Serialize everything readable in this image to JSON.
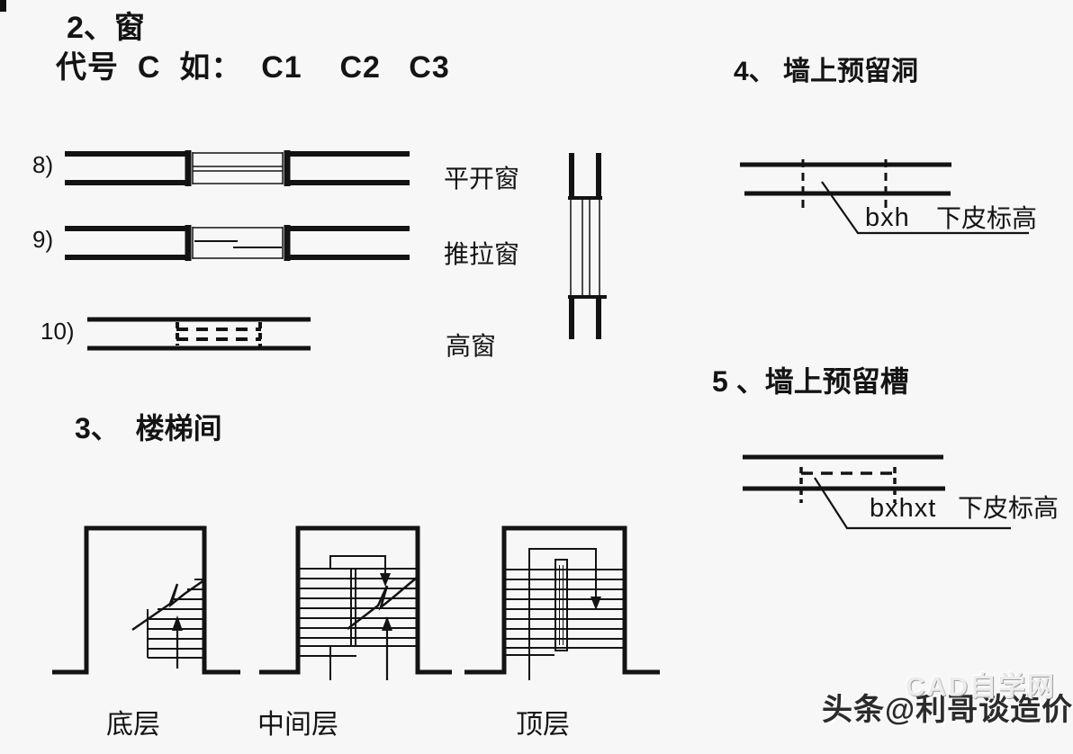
{
  "page": {
    "background": "#f7f7f7",
    "ink": "#131313"
  },
  "section_window": {
    "title": "2、窗",
    "code_line": "代号  C  如：  C1    C2   C3",
    "items": [
      {
        "index": "8)",
        "label": "平开窗"
      },
      {
        "index": "9)",
        "label": "推拉窗"
      },
      {
        "index": "10)",
        "label": "高窗"
      }
    ]
  },
  "section_stairs": {
    "title": "3、  楼梯间",
    "labels": [
      "底层",
      "中间层",
      "顶层"
    ]
  },
  "section_hole": {
    "title": "4、 墙上预留洞",
    "dim_label": "bxh",
    "elev_label": "下皮标高"
  },
  "section_slot": {
    "title": "5 、墙上预留槽",
    "dim_label": "bxhxt",
    "elev_label": "下皮标高"
  },
  "watermark": {
    "light": "CAD自学网",
    "dark": "头条@利哥谈造价"
  }
}
